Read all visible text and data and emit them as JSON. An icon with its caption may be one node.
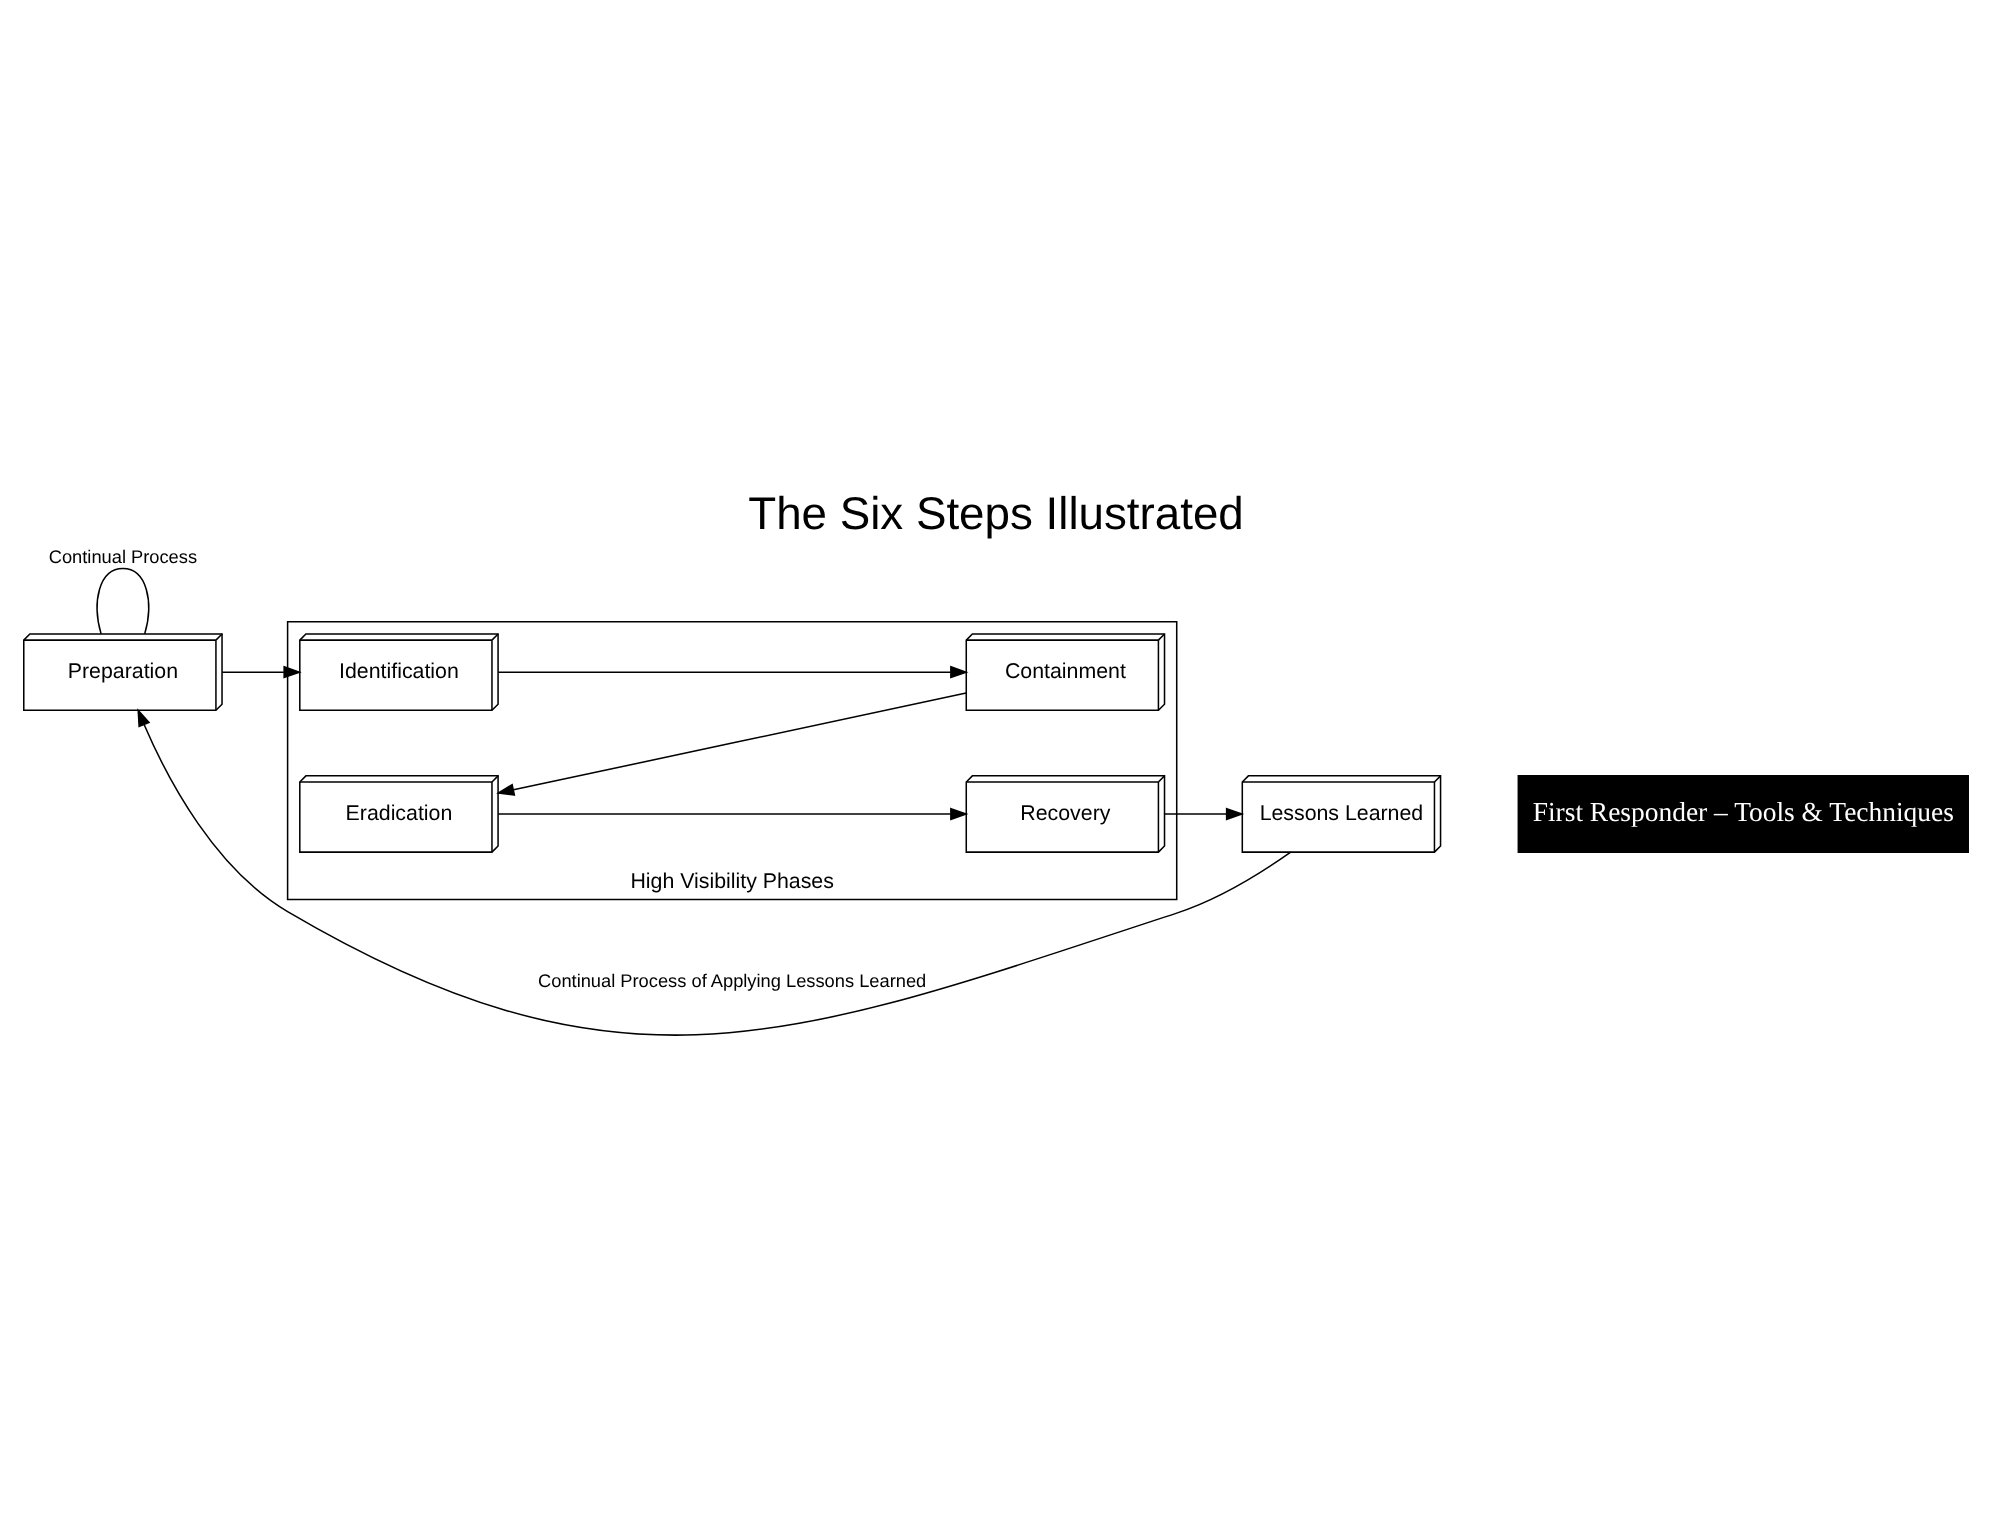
{
  "diagram": {
    "title": "The Six Steps Illustrated",
    "caption": "First Responder – Tools & Techniques",
    "nodes": [
      {
        "text": [
          "Preparation"
        ]
      },
      {
        "text": [
          "High Visibility Phases"
        ]
      },
      {
        "text": [
          "Identification"
        ],
        "in": 1
      },
      {
        "text": [
          "Containment"
        ],
        "in": 1
      },
      {
        "text": [
          "Eradication"
        ],
        "in": 1
      },
      {
        "text": [
          "Recovery"
        ],
        "in": 1
      },
      {
        "text": [
          "Lessons Learned"
        ]
      }
    ],
    "edges": [
      {
        "from": 0,
        "to": 0,
        "arrow": "none",
        "label": "Continual Process"
      },
      {
        "from": 0,
        "to": 2,
        "arrow": "to"
      },
      {
        "from": 2,
        "to": 3,
        "arrow": "to"
      },
      {
        "from": 3,
        "to": 4,
        "arrow": "to"
      },
      {
        "from": 4,
        "to": 5,
        "arrow": "to"
      },
      {
        "from": 5,
        "to": 6,
        "arrow": "to"
      },
      {
        "from": 6,
        "to": 0,
        "arrow": "to",
        "label": "Continual Process of Applying Lessons Learned"
      }
    ]
  }
}
